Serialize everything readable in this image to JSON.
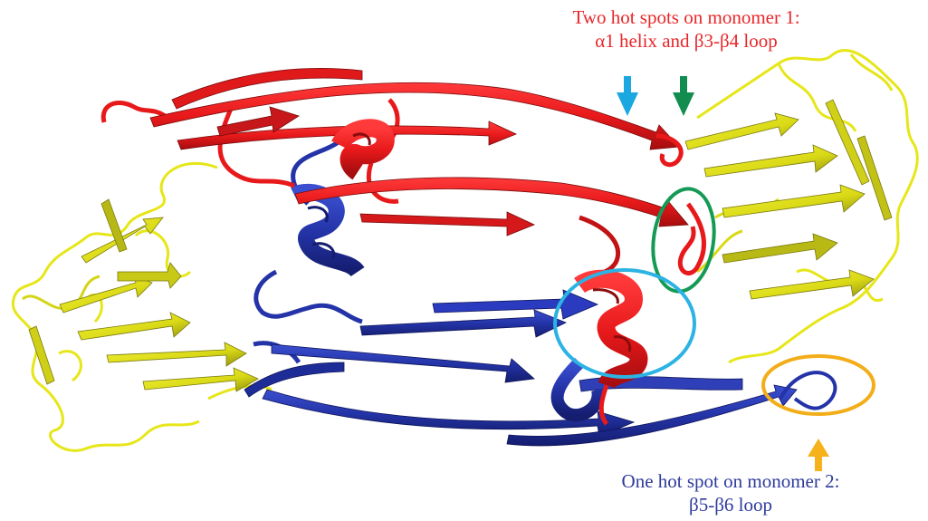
{
  "annotations": {
    "monomer1": {
      "line1": "Two hot spots on monomer 1:",
      "line2": "α1 helix and β3-β4 loop",
      "color": "#e8272a"
    },
    "monomer2": {
      "line1": "One hot spot on monomer 2:",
      "line2": "β5-β6 loop",
      "color": "#2e3a9c"
    }
  },
  "colors": {
    "monomer1_red": "#e8191b",
    "monomer2_blue": "#2434a8",
    "partner_yellow": "#e6e619",
    "partner_yellow_dark": "#9a9a18",
    "arrow_cyan": "#1ba8e0",
    "arrow_green": "#138c4f",
    "arrow_orange": "#f5b21a",
    "circle_green": "#159a55",
    "circle_cyan": "#2cb3e3",
    "circle_orange": "#f3ad19"
  },
  "icons": [
    "down-arrow-cyan-icon",
    "down-arrow-green-icon",
    "up-arrow-orange-icon"
  ]
}
